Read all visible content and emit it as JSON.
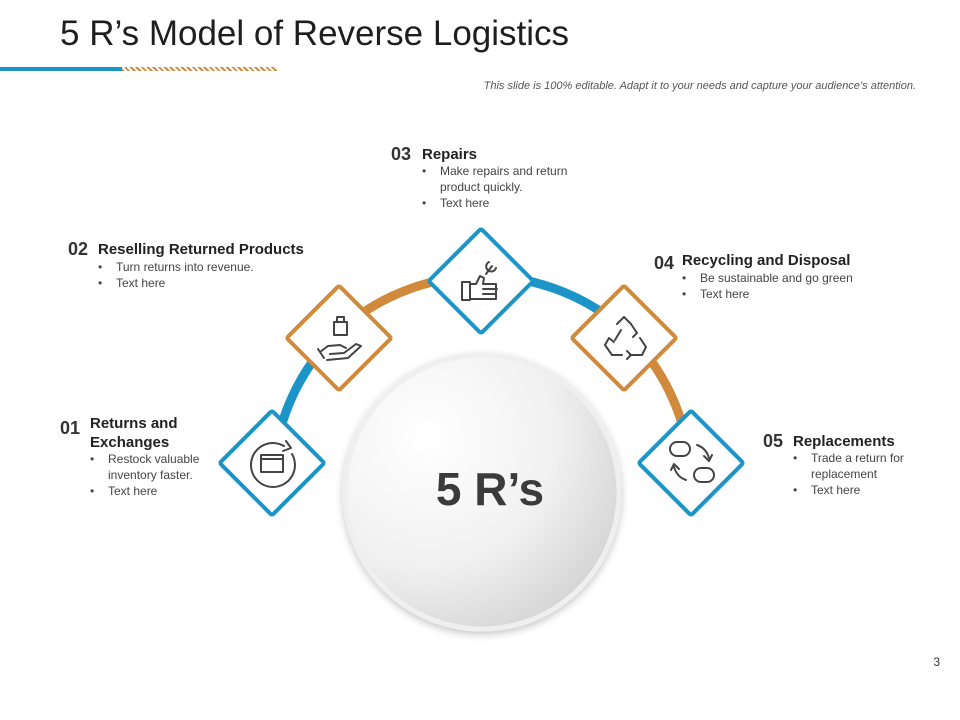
{
  "slide": {
    "title": "5 R’s Model of Reverse Logistics",
    "subtitle": "This slide is 100% editable. Adapt it to your needs and capture your audience’s attention.",
    "page_number": "3",
    "center_label": "5 R’s"
  },
  "colors": {
    "blue": "#1b95c8",
    "orange": "#d18a3c",
    "icon": "#444444"
  },
  "steps": [
    {
      "num": "01",
      "title": "Returns and Exchanges",
      "icon": "box-cycle-icon",
      "bullets": [
        "Restock valuable inventory faster.",
        "Text here"
      ]
    },
    {
      "num": "02",
      "title": "Reselling Returned Products",
      "icon": "hand-bag-icon",
      "bullets": [
        "Turn returns into revenue.",
        "Text here"
      ]
    },
    {
      "num": "03",
      "title": "Repairs",
      "icon": "wrench-hand-icon",
      "bullets": [
        "Make repairs and return product quickly.",
        "Text here"
      ]
    },
    {
      "num": "04",
      "title": "Recycling and Disposal",
      "icon": "recycle-icon",
      "bullets": [
        "Be sustainable and go green",
        "Text here"
      ]
    },
    {
      "num": "05",
      "title": "Replacements",
      "icon": "swap-icon",
      "bullets": [
        "Trade a return for replacement",
        "Text here"
      ]
    }
  ]
}
